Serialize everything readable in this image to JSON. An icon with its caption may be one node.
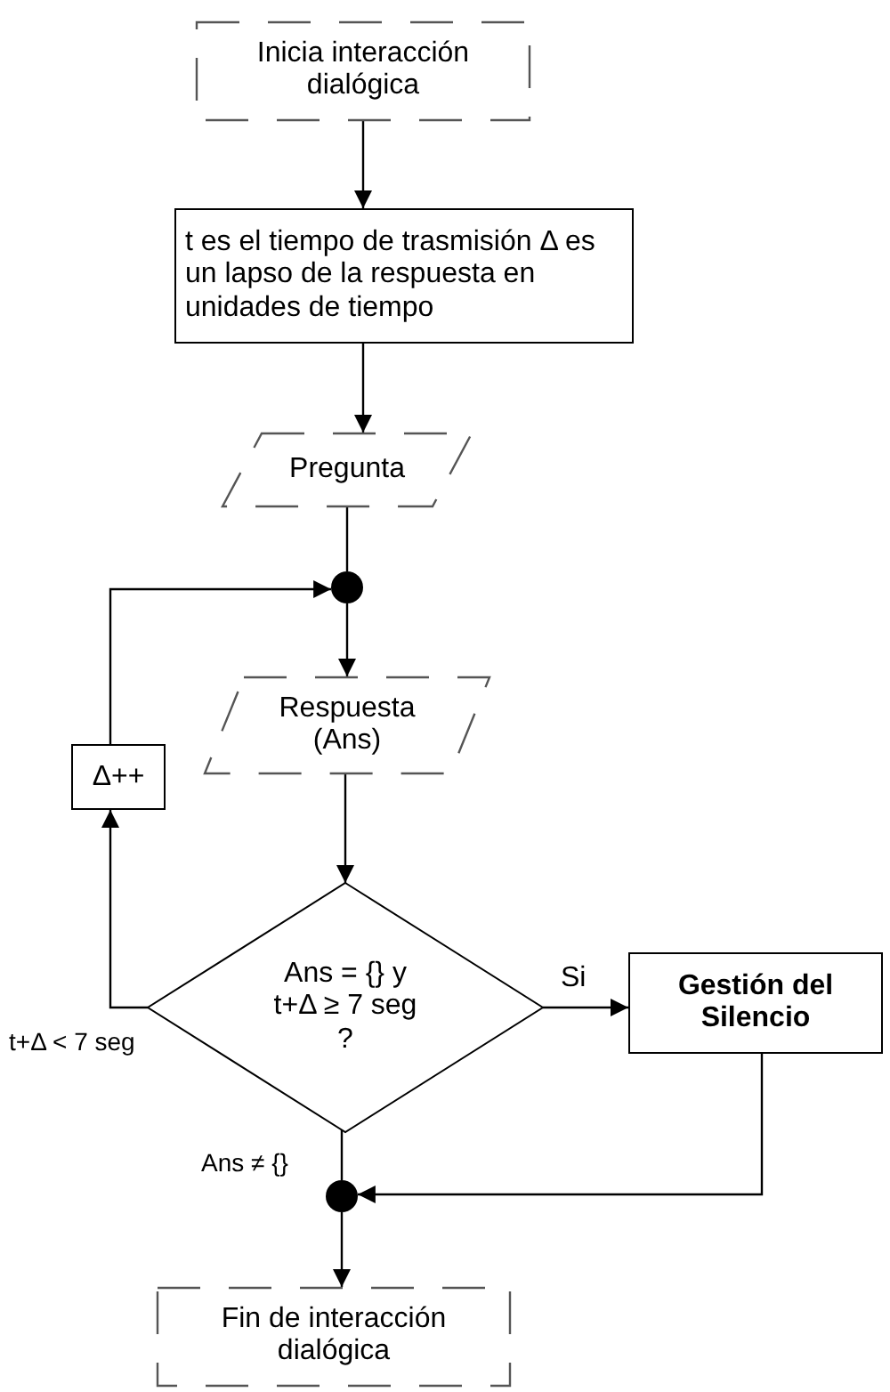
{
  "diagram": {
    "nodes": [
      {
        "text": [
          "Inicia interacción dialógica"
        ]
      },
      {
        "text": [
          "t es el tiempo de trasmisión Δ es un lapso de la respuesta en unidades de tiempo"
        ]
      },
      {
        "text": [
          "Pregunta"
        ]
      },
      {
        "text": [],
        "shape": "circle"
      },
      {
        "text": [
          "Respuesta (Ans)"
        ]
      },
      {
        "text": [
          "Δ++"
        ]
      },
      {
        "text": [
          "Ans = {} y t+Δ ≥ 7 seg ?"
        ]
      },
      {
        "text": [
          "Gestión del Silencio"
        ]
      },
      {
        "text": [],
        "shape": "circle"
      },
      {
        "text": [
          "Fin de interacción dialógica"
        ]
      }
    ],
    "edges": [
      {
        "from": 0,
        "to": 1,
        "arrow": "to"
      },
      {
        "from": 1,
        "to": 2,
        "arrow": "to"
      },
      {
        "from": 2,
        "to": 3,
        "arrow": "none"
      },
      {
        "from": 3,
        "to": 4,
        "arrow": "to"
      },
      {
        "from": 4,
        "to": 6,
        "arrow": "to"
      },
      {
        "from": 6,
        "to": 7,
        "label": "Si",
        "arrow": "to"
      },
      {
        "from": 6,
        "to": 5,
        "label": "t+Δ < 7 seg",
        "arrow": "to"
      },
      {
        "from": 5,
        "to": 3,
        "arrow": "to"
      },
      {
        "from": 6,
        "to": 8,
        "label": "Ans ≠ {}",
        "arrow": "none"
      },
      {
        "from": 7,
        "to": 8,
        "arrow": "to"
      },
      {
        "from": 8,
        "to": 9,
        "arrow": "to"
      }
    ]
  }
}
